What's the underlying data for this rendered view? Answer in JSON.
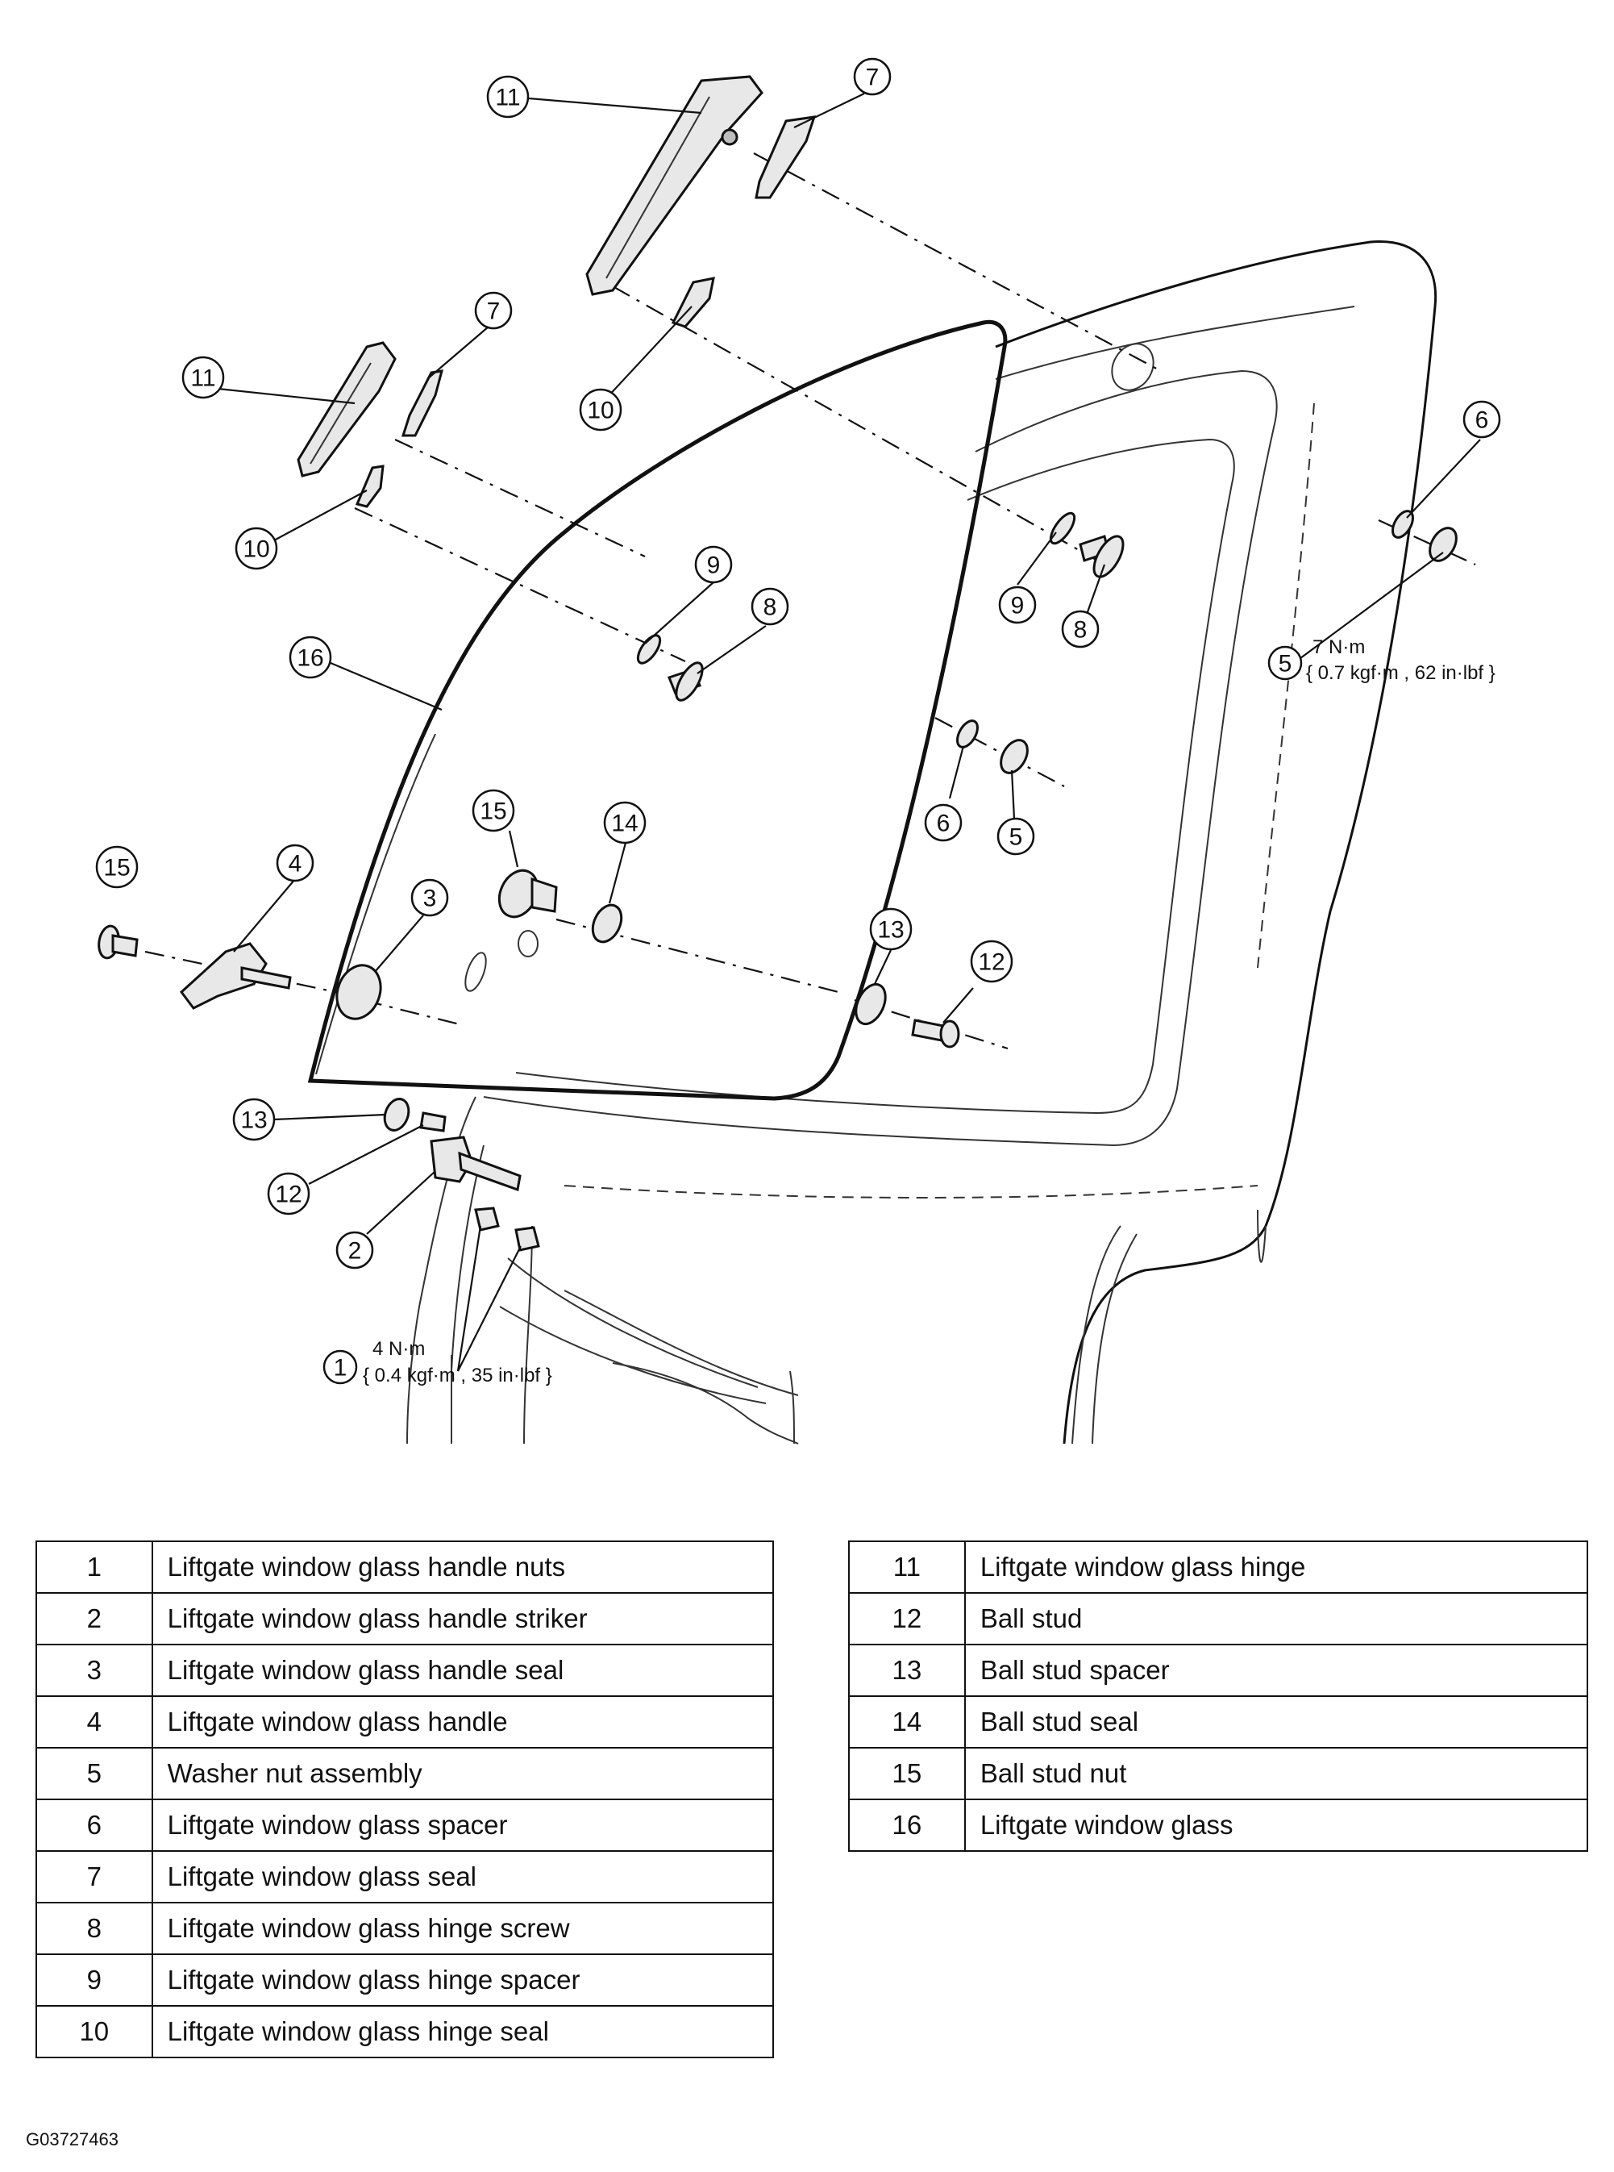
{
  "callouts": {
    "c1": "1",
    "c2": "2",
    "c3": "3",
    "c4": "4",
    "c5a": "5",
    "c5b": "5",
    "c6a": "6",
    "c6b": "6",
    "c7a": "7",
    "c7b": "7",
    "c8a": "8",
    "c8b": "8",
    "c9a": "9",
    "c9b": "9",
    "c10a": "10",
    "c10b": "10",
    "c11a": "11",
    "c11b": "11",
    "c12a": "12",
    "c12b": "12",
    "c13a": "13",
    "c13b": "13",
    "c14": "14",
    "c15a": "15",
    "c15b": "15",
    "c16": "16"
  },
  "torque_specs": {
    "nut_1": {
      "line1": "4 N·m",
      "line2": "{ 0.4 kgf·m , 35 in·lbf }"
    },
    "nut_5": {
      "line1": "7 N·m",
      "line2": "{ 0.7 kgf·m , 62 in·lbf }"
    }
  },
  "legend_left": [
    {
      "num": "1",
      "desc": "Liftgate window glass handle nuts"
    },
    {
      "num": "2",
      "desc": "Liftgate window glass handle striker"
    },
    {
      "num": "3",
      "desc": "Liftgate window glass handle seal"
    },
    {
      "num": "4",
      "desc": "Liftgate window glass handle"
    },
    {
      "num": "5",
      "desc": "Washer nut assembly"
    },
    {
      "num": "6",
      "desc": "Liftgate window glass spacer"
    },
    {
      "num": "7",
      "desc": "Liftgate window glass seal"
    },
    {
      "num": "8",
      "desc": "Liftgate window glass hinge screw"
    },
    {
      "num": "9",
      "desc": "Liftgate window glass hinge spacer"
    },
    {
      "num": "10",
      "desc": "Liftgate window glass hinge seal"
    }
  ],
  "legend_right": [
    {
      "num": "11",
      "desc": "Liftgate window glass hinge"
    },
    {
      "num": "12",
      "desc": "Ball stud"
    },
    {
      "num": "13",
      "desc": "Ball stud spacer"
    },
    {
      "num": "14",
      "desc": "Ball stud seal"
    },
    {
      "num": "15",
      "desc": "Ball stud nut"
    },
    {
      "num": "16",
      "desc": "Liftgate window glass"
    }
  ],
  "figure_id": "G03727463"
}
